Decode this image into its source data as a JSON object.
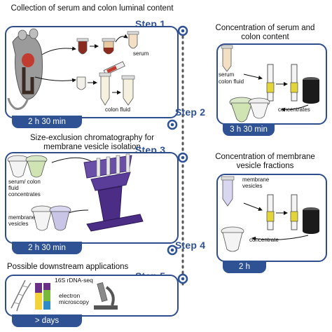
{
  "step1": {
    "title": "Collection of serum and colon luminal content",
    "step_label": "Step 1",
    "serum_label": "serum",
    "colon_label": "colon fluid",
    "time": "2 h 30 min"
  },
  "step2": {
    "title": "Concentration of serum and colon content",
    "step_label": "Step 2",
    "serum_label": "serum",
    "colon_label": "colon fluid",
    "concentrates_label": "concentrates",
    "time": "3 h 30 min"
  },
  "step3": {
    "title": "Size-exclusion chromatography for membrane vesicle isolation",
    "step_label": "Step 3",
    "input_label": "serum/ colon fluid concentrates",
    "vesicles_label": "membrane vesicles",
    "time": "2 h 30 min"
  },
  "step4": {
    "title": "Concentration of membrane vesicle fractions",
    "step_label": "Step 4",
    "vesicles_label": "membrane vesicles",
    "concentrate_label": "concentrate",
    "time": "2 h"
  },
  "step5": {
    "title": "Possible downstream applications",
    "step_label": "Step 5",
    "seq_label": "16S rDNA-seq",
    "micro_label": "electron microscopy",
    "time": "> days"
  },
  "colors": {
    "accent": "#2e5293",
    "panel_border": "#2d4d8c",
    "timeline_dots": "#555555",
    "rack": "#4b2d86",
    "tube_green": "#b7d79a",
    "tube_purple": "#c9c5e6",
    "serum_red": "#8b2a1f"
  }
}
